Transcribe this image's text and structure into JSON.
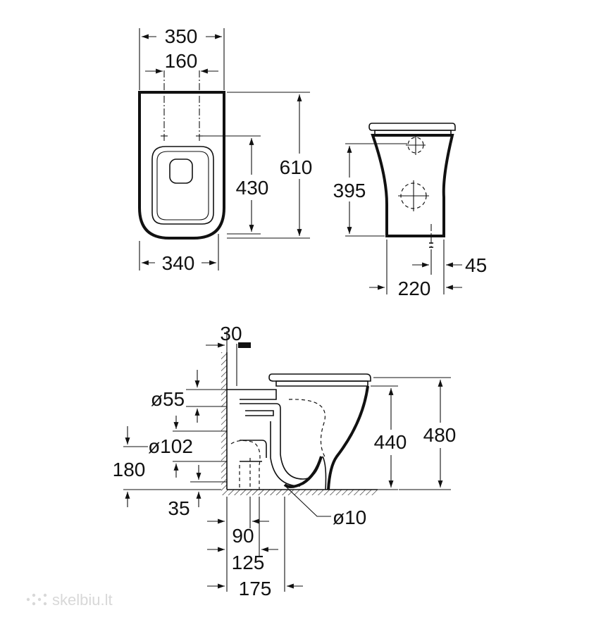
{
  "top_view": {
    "dim_overall_width": "350",
    "dim_fixing_spacing": "160",
    "dim_overall_length": "610",
    "dim_fixing_to_front": "430",
    "dim_base_width": "340"
  },
  "front_view": {
    "dim_height": "395",
    "dim_base_depth": "220",
    "dim_outlet_offset": "45"
  },
  "side_view": {
    "dim_wall_gap": "30",
    "dim_inlet_diameter": "ø55",
    "dim_outlet_diameter": "ø102",
    "dim_outlet_height": "180",
    "dim_outlet_low": "35",
    "dim_bowl_height": "440",
    "dim_seat_height": "480",
    "dim_fixing_diameter": "ø10",
    "dim_d90": "90",
    "dim_d125": "125",
    "dim_d175": "175"
  },
  "watermark": "skelbiu.lt"
}
